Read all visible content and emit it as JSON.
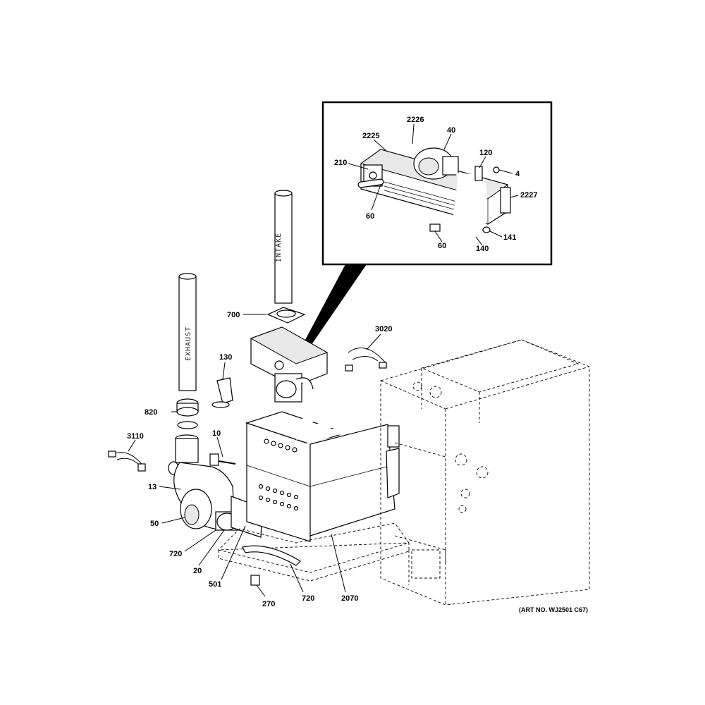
{
  "callouts": {
    "c2226": "2226",
    "c40": "40",
    "c2225": "2225",
    "c120": "120",
    "c210": "210",
    "c4": "4",
    "c2227": "2227",
    "c60a": "60",
    "c141": "141",
    "c60b": "60",
    "c140": "140",
    "c700": "700",
    "c3020": "3020",
    "c130": "130",
    "c820": "820",
    "c3110": "3110",
    "c10": "10",
    "c13": "13",
    "c50": "50",
    "c720a": "720",
    "c20": "20",
    "c501": "501",
    "c270": "270",
    "c720b": "720",
    "c2070": "2070"
  },
  "pipe_labels": {
    "intake": "INTAKE",
    "exhaust": "EXHAUST"
  },
  "art_number": "(ART NO. WJ2501 C67)"
}
